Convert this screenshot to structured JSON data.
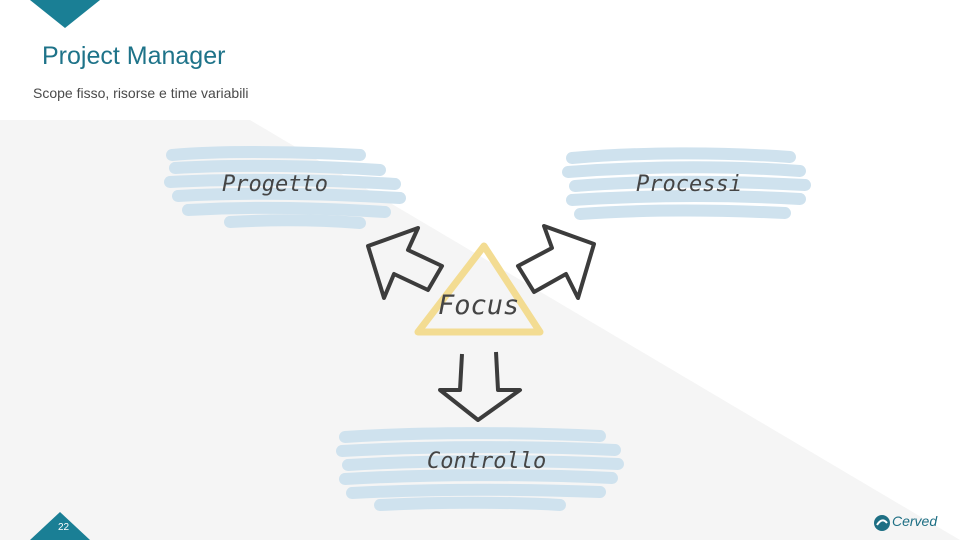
{
  "header": {
    "title": "Project Manager",
    "subtitle": "Scope fisso, risorse e time variabili"
  },
  "diagram": {
    "center_label": "Focus",
    "nodes": [
      {
        "label": "Progetto"
      },
      {
        "label": "Processi"
      },
      {
        "label": "Controllo"
      }
    ]
  },
  "footer": {
    "page_number": "22",
    "logo_text": "Cerved"
  },
  "colors": {
    "accent_teal": "#1e7389",
    "bubble_blue": "#cfe2ee",
    "triangle_yellow": "#f3dc92",
    "arrow_dark": "#3c3c3c"
  },
  "icons": [
    "arrow-up-left-icon",
    "arrow-up-right-icon",
    "arrow-down-icon",
    "cerved-logo-icon"
  ]
}
